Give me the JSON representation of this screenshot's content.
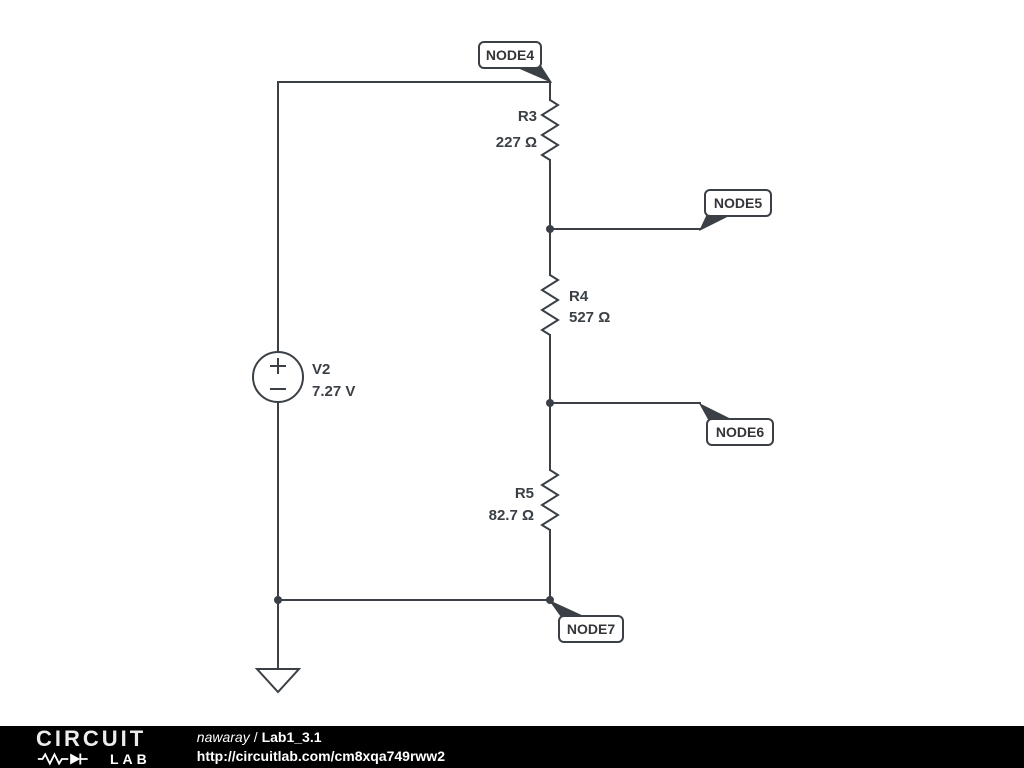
{
  "schematic": {
    "node_labels": {
      "node4": "NODE4",
      "node5": "NODE5",
      "node6": "NODE6",
      "node7": "NODE7"
    },
    "source": {
      "name": "V2",
      "value": "7.27 V"
    },
    "resistors": {
      "r3": {
        "name": "R3",
        "value": "227 Ω"
      },
      "r4": {
        "name": "R4",
        "value": "527 Ω"
      },
      "r5": {
        "name": "R5",
        "value": "82.7 Ω"
      }
    }
  },
  "footer": {
    "logo_line1": "CIRCUIT",
    "logo_line2": "LAB",
    "author": "nawaray",
    "separator": "/",
    "title": "Lab1_3.1",
    "url": "http://circuitlab.com/cm8xqa749rww2"
  },
  "colors": {
    "wire": "#3a4045",
    "canvas_bg": "#ffffff",
    "footer_bg": "#000000"
  }
}
